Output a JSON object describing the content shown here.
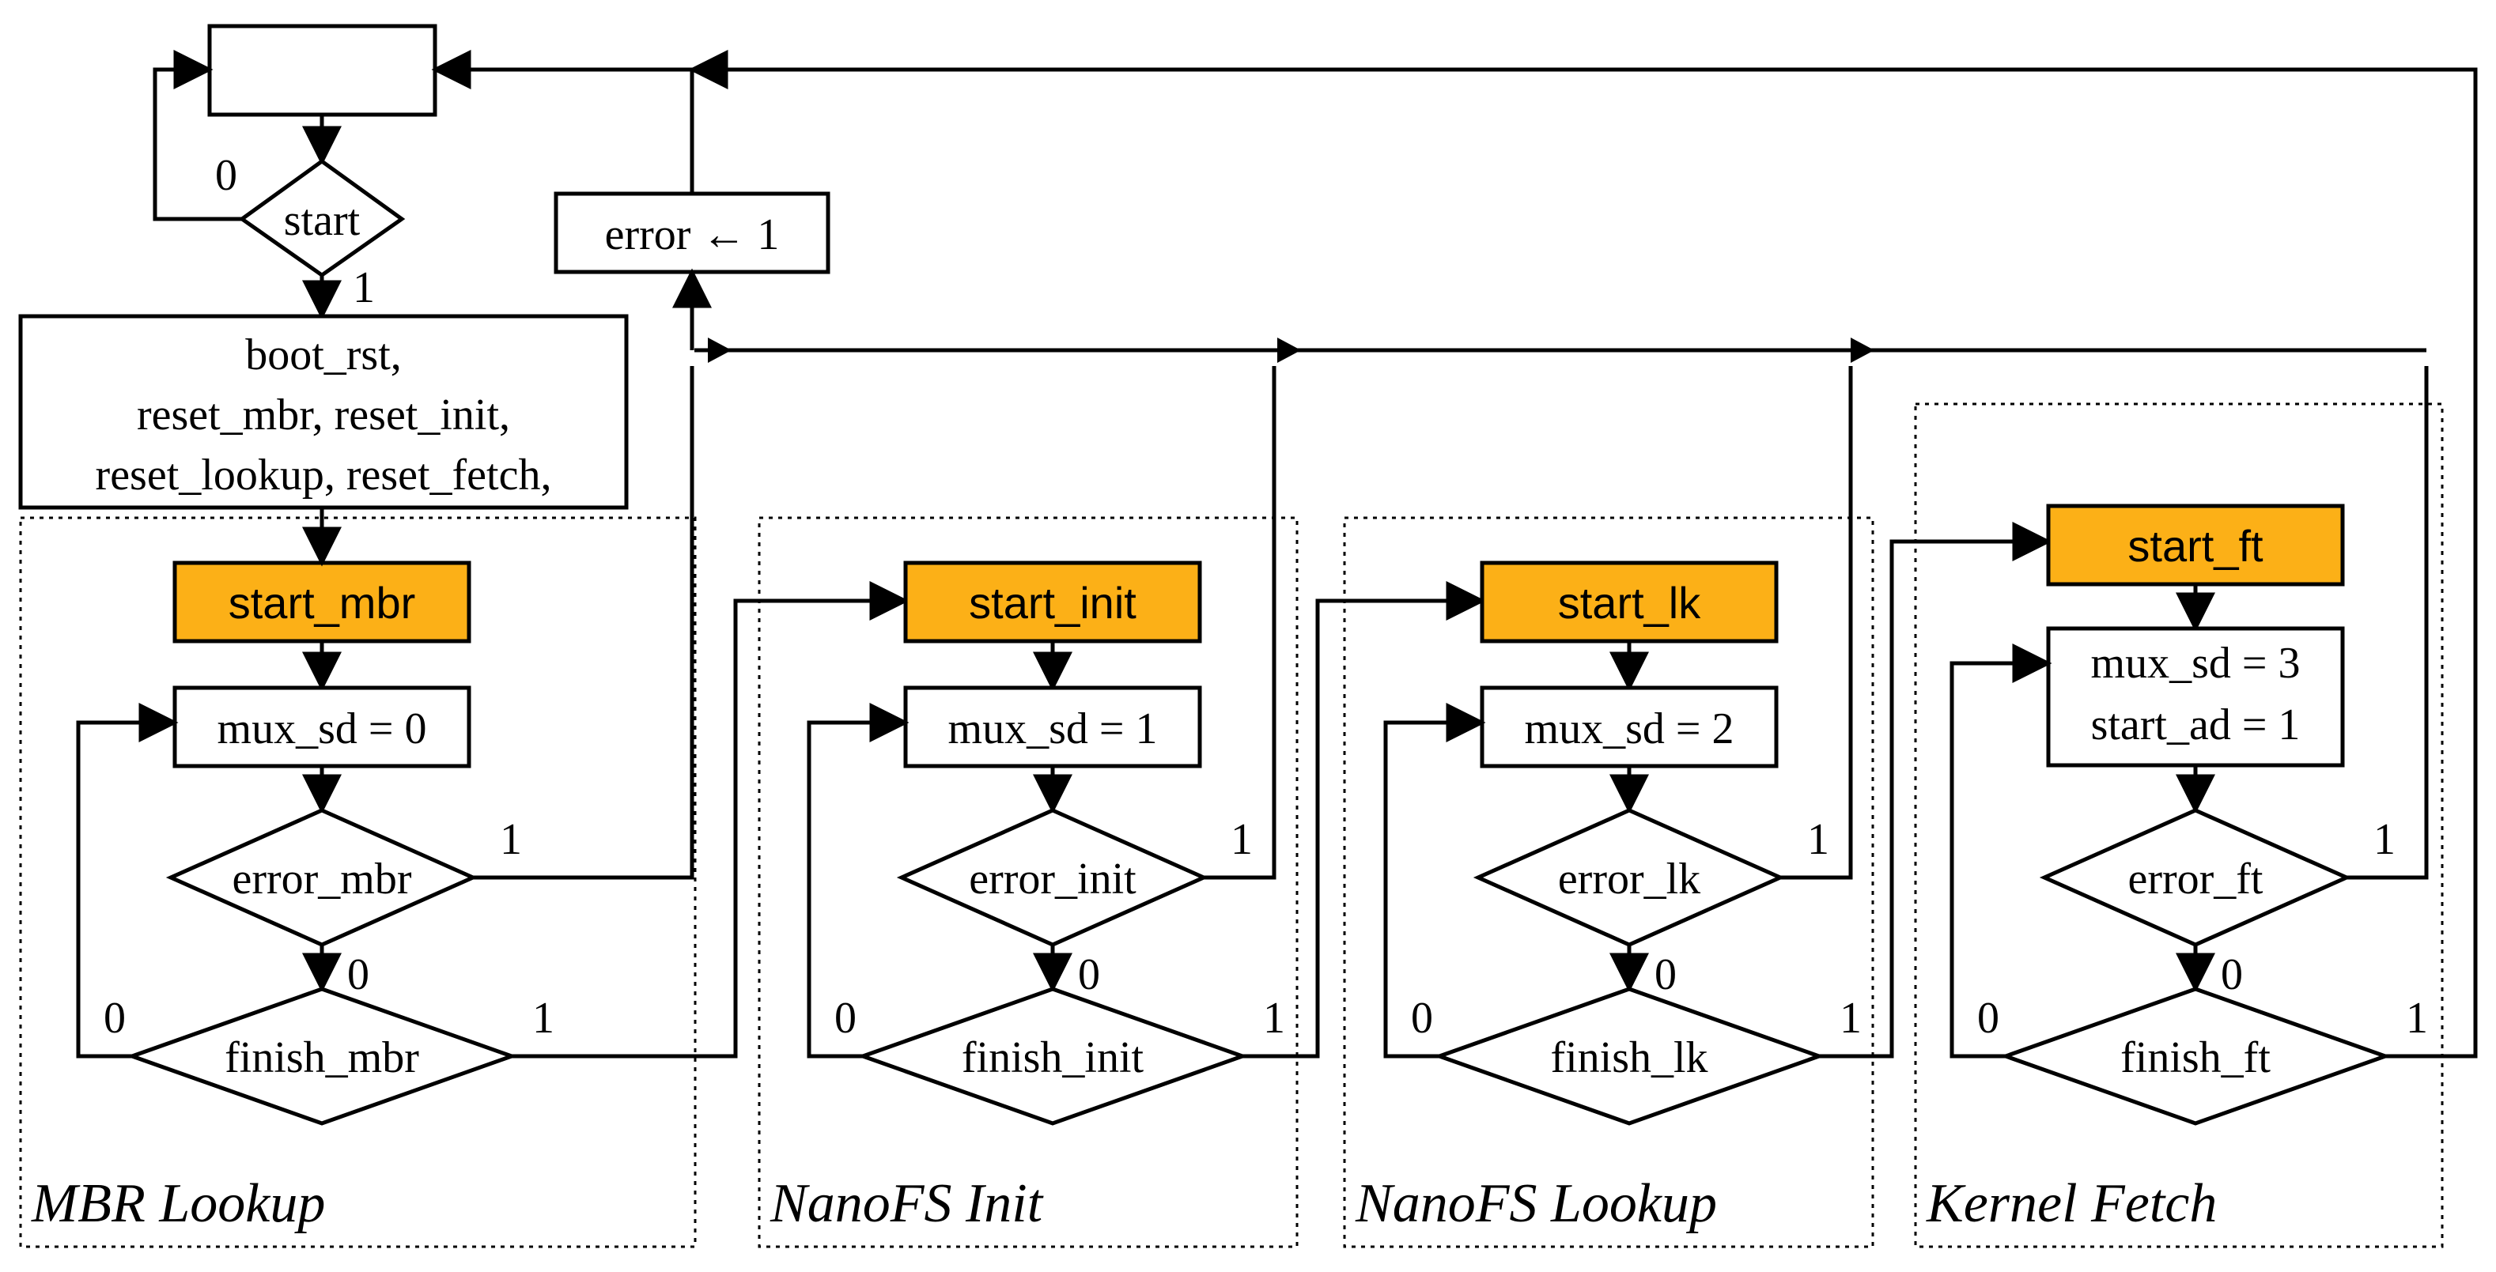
{
  "init": {
    "start_decision": "start",
    "start_no": "0",
    "start_yes": "1",
    "reset_lines": [
      "boot_rst,",
      "reset_mbr, reset_init,",
      "reset_lookup, reset_fetch,"
    ]
  },
  "error_box": "error ← 1",
  "stages": [
    {
      "title": "MBR Lookup",
      "start_label": "start_mbr",
      "mux_lines": [
        "mux_sd = 0"
      ],
      "error_decision": "error_mbr",
      "finish_decision": "finish_mbr",
      "error_yes": "1",
      "error_no": "0",
      "finish_no": "0",
      "finish_yes": "1"
    },
    {
      "title": "NanoFS Init",
      "start_label": "start_init",
      "mux_lines": [
        "mux_sd = 1"
      ],
      "error_decision": "error_init",
      "finish_decision": "finish_init",
      "error_yes": "1",
      "error_no": "0",
      "finish_no": "0",
      "finish_yes": "1"
    },
    {
      "title": "NanoFS Lookup",
      "start_label": "start_lk",
      "mux_lines": [
        "mux_sd = 2"
      ],
      "error_decision": "error_lk",
      "finish_decision": "finish_lk",
      "error_yes": "1",
      "error_no": "0",
      "finish_no": "0",
      "finish_yes": "1"
    },
    {
      "title": "Kernel Fetch",
      "start_label": "start_ft",
      "mux_lines": [
        "mux_sd = 3",
        "start_ad = 1"
      ],
      "error_decision": "error_ft",
      "finish_decision": "finish_ft",
      "error_yes": "1",
      "error_no": "0",
      "finish_no": "0",
      "finish_yes": "1"
    }
  ],
  "colors": {
    "start_fill": "#fcb017",
    "stroke": "#000000",
    "background": "#ffffff"
  }
}
